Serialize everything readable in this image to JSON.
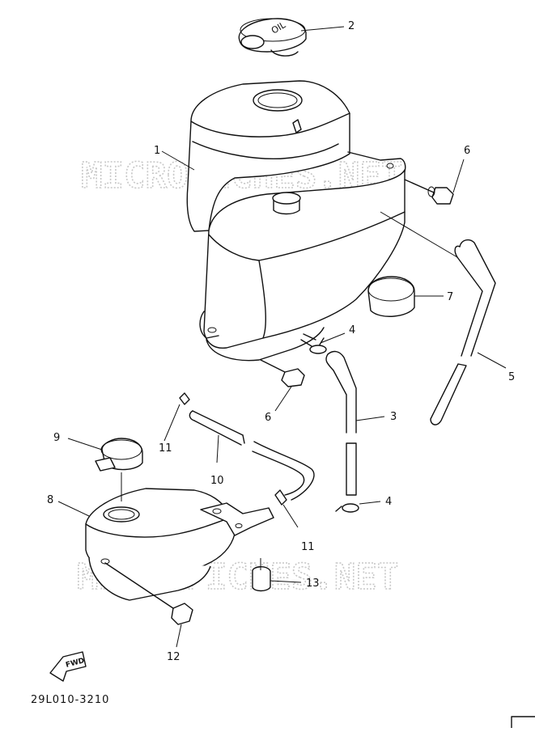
{
  "watermark": "MICROFICHES.NET",
  "diagram_code": "29L010-3210",
  "fwd_label": "FWD",
  "callouts": {
    "c1": "1",
    "c2": "2",
    "c3": "3",
    "c4a": "4",
    "c4b": "4",
    "c5": "5",
    "c6a": "6",
    "c6b": "6",
    "c7": "7",
    "c8": "8",
    "c9": "9",
    "c10": "10",
    "c11a": "11",
    "c11b": "11",
    "c12": "12",
    "c13": "13"
  },
  "colors": {
    "ink": "#111111",
    "watermark": "#c8c8c8",
    "background": "#ffffff"
  },
  "icons": [
    "fwd-arrow-icon"
  ]
}
